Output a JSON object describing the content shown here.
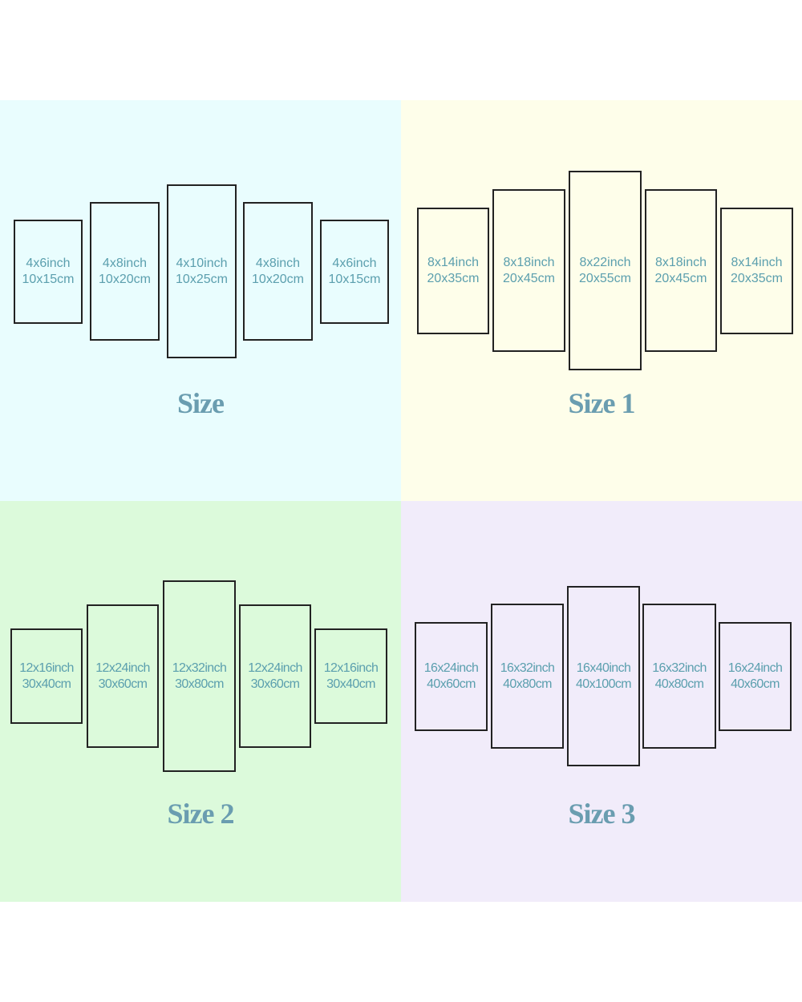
{
  "colors": {
    "page_background": "#ffffff",
    "frame_border": "#222222",
    "label_text": "#5b9fae",
    "title_text": "#6a9db0",
    "quadrant_backgrounds": [
      "#e9fdfe",
      "#fefeea",
      "#dcfadb",
      "#f1ecfa"
    ]
  },
  "size_groups": [
    {
      "title": "Size",
      "panels": [
        {
          "inch": "4x6inch",
          "cm": "10x15cm"
        },
        {
          "inch": "4x8inch",
          "cm": "10x20cm"
        },
        {
          "inch": "4x10inch",
          "cm": "10x25cm"
        },
        {
          "inch": "4x8inch",
          "cm": "10x20cm"
        },
        {
          "inch": "4x6inch",
          "cm": "10x15cm"
        }
      ]
    },
    {
      "title": "Size 1",
      "panels": [
        {
          "inch": "8x14inch",
          "cm": "20x35cm"
        },
        {
          "inch": "8x18inch",
          "cm": "20x45cm"
        },
        {
          "inch": "8x22inch",
          "cm": "20x55cm"
        },
        {
          "inch": "8x18inch",
          "cm": "20x45cm"
        },
        {
          "inch": "8x14inch",
          "cm": "20x35cm"
        }
      ]
    },
    {
      "title": "Size 2",
      "panels": [
        {
          "inch": "12x16inch",
          "cm": "30x40cm"
        },
        {
          "inch": "12x24inch",
          "cm": "30x60cm"
        },
        {
          "inch": "12x32inch",
          "cm": "30x80cm"
        },
        {
          "inch": "12x24inch",
          "cm": "30x60cm"
        },
        {
          "inch": "12x16inch",
          "cm": "30x40cm"
        }
      ]
    },
    {
      "title": "Size 3",
      "panels": [
        {
          "inch": "16x24inch",
          "cm": "40x60cm"
        },
        {
          "inch": "16x32inch",
          "cm": "40x80cm"
        },
        {
          "inch": "16x40inch",
          "cm": "40x100cm"
        },
        {
          "inch": "16x32inch",
          "cm": "40x80cm"
        },
        {
          "inch": "16x24inch",
          "cm": "40x60cm"
        }
      ]
    }
  ]
}
